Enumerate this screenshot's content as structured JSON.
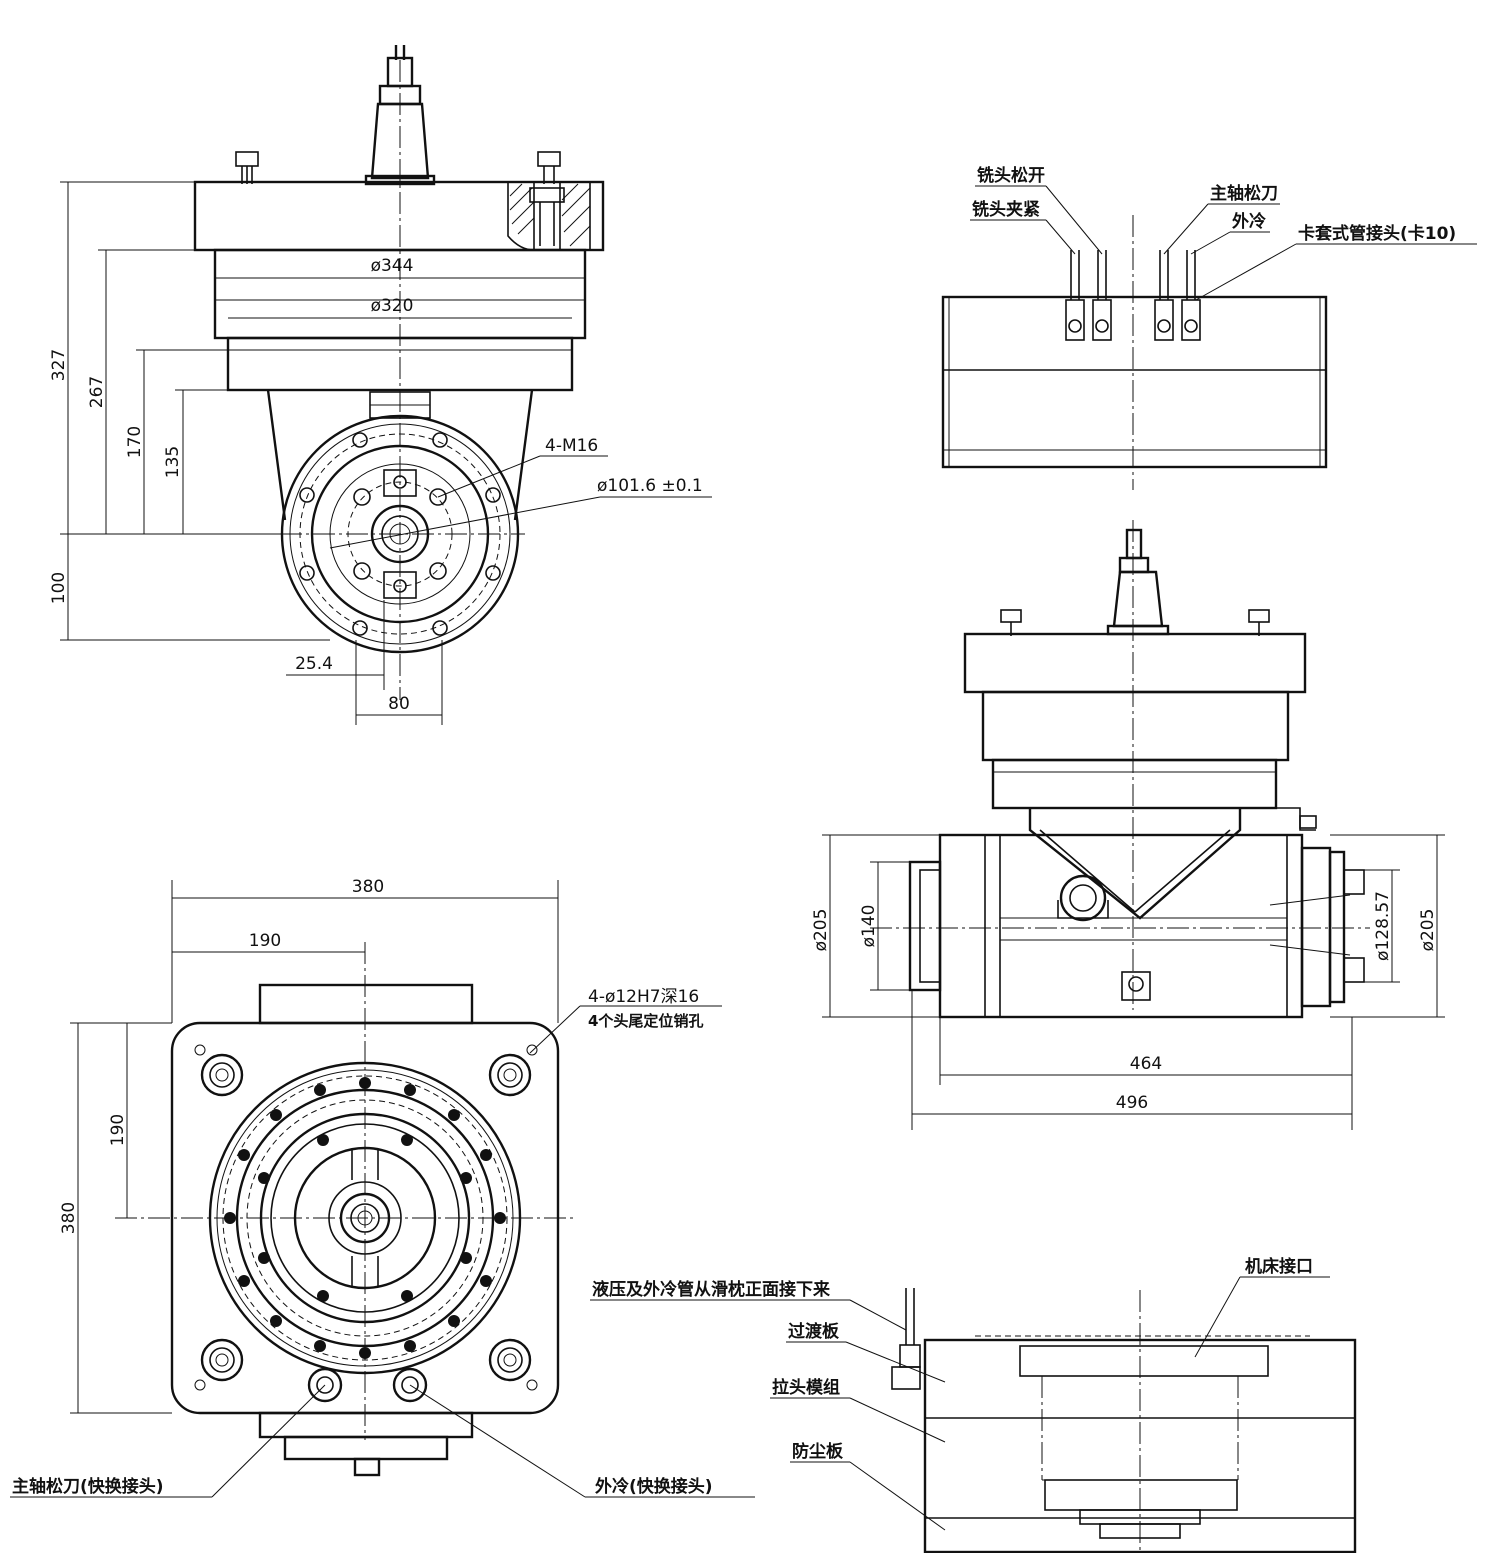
{
  "view_top_left": {
    "dims": {
      "d344": "ø344",
      "d320": "ø320",
      "h327": "327",
      "h267": "267",
      "h170": "170",
      "h135": "135",
      "h100": "100",
      "m16": "4-M16",
      "d101": "ø101.6 ±0.1",
      "w254": "25.4",
      "w80": "80"
    }
  },
  "view_top_right": {
    "labels": {
      "mill_release": "铣头松开",
      "mill_clamp": "铣头夹紧",
      "spindle_release": "主轴松刀",
      "external_cooling": "外冷",
      "ferrule_fitting": "卡套式管接头(卡10)"
    }
  },
  "view_bottom_left": {
    "dims": {
      "w380": "380",
      "w190": "190",
      "h190": "190",
      "h380": "380",
      "holes_line1": "4-ø12H7深16",
      "holes_line2": "4个头尾定位销孔"
    },
    "labels": {
      "spindle_release_quick": "主轴松刀(快换接头)",
      "external_cooling_quick": "外冷(快换接头)"
    }
  },
  "view_mid_right": {
    "dims": {
      "d205_left": "ø205",
      "d140": "ø140",
      "d128": "ø128.57",
      "d205_right": "ø205",
      "l464": "464",
      "l496": "496"
    }
  },
  "view_bottom_right": {
    "labels": {
      "hydraulic_note": "液压及外冷管从滑枕正面接下来",
      "machine_interface": "机床接口",
      "transition_plate": "过渡板",
      "pull_module": "拉头模组",
      "dust_plate": "防尘板"
    }
  }
}
